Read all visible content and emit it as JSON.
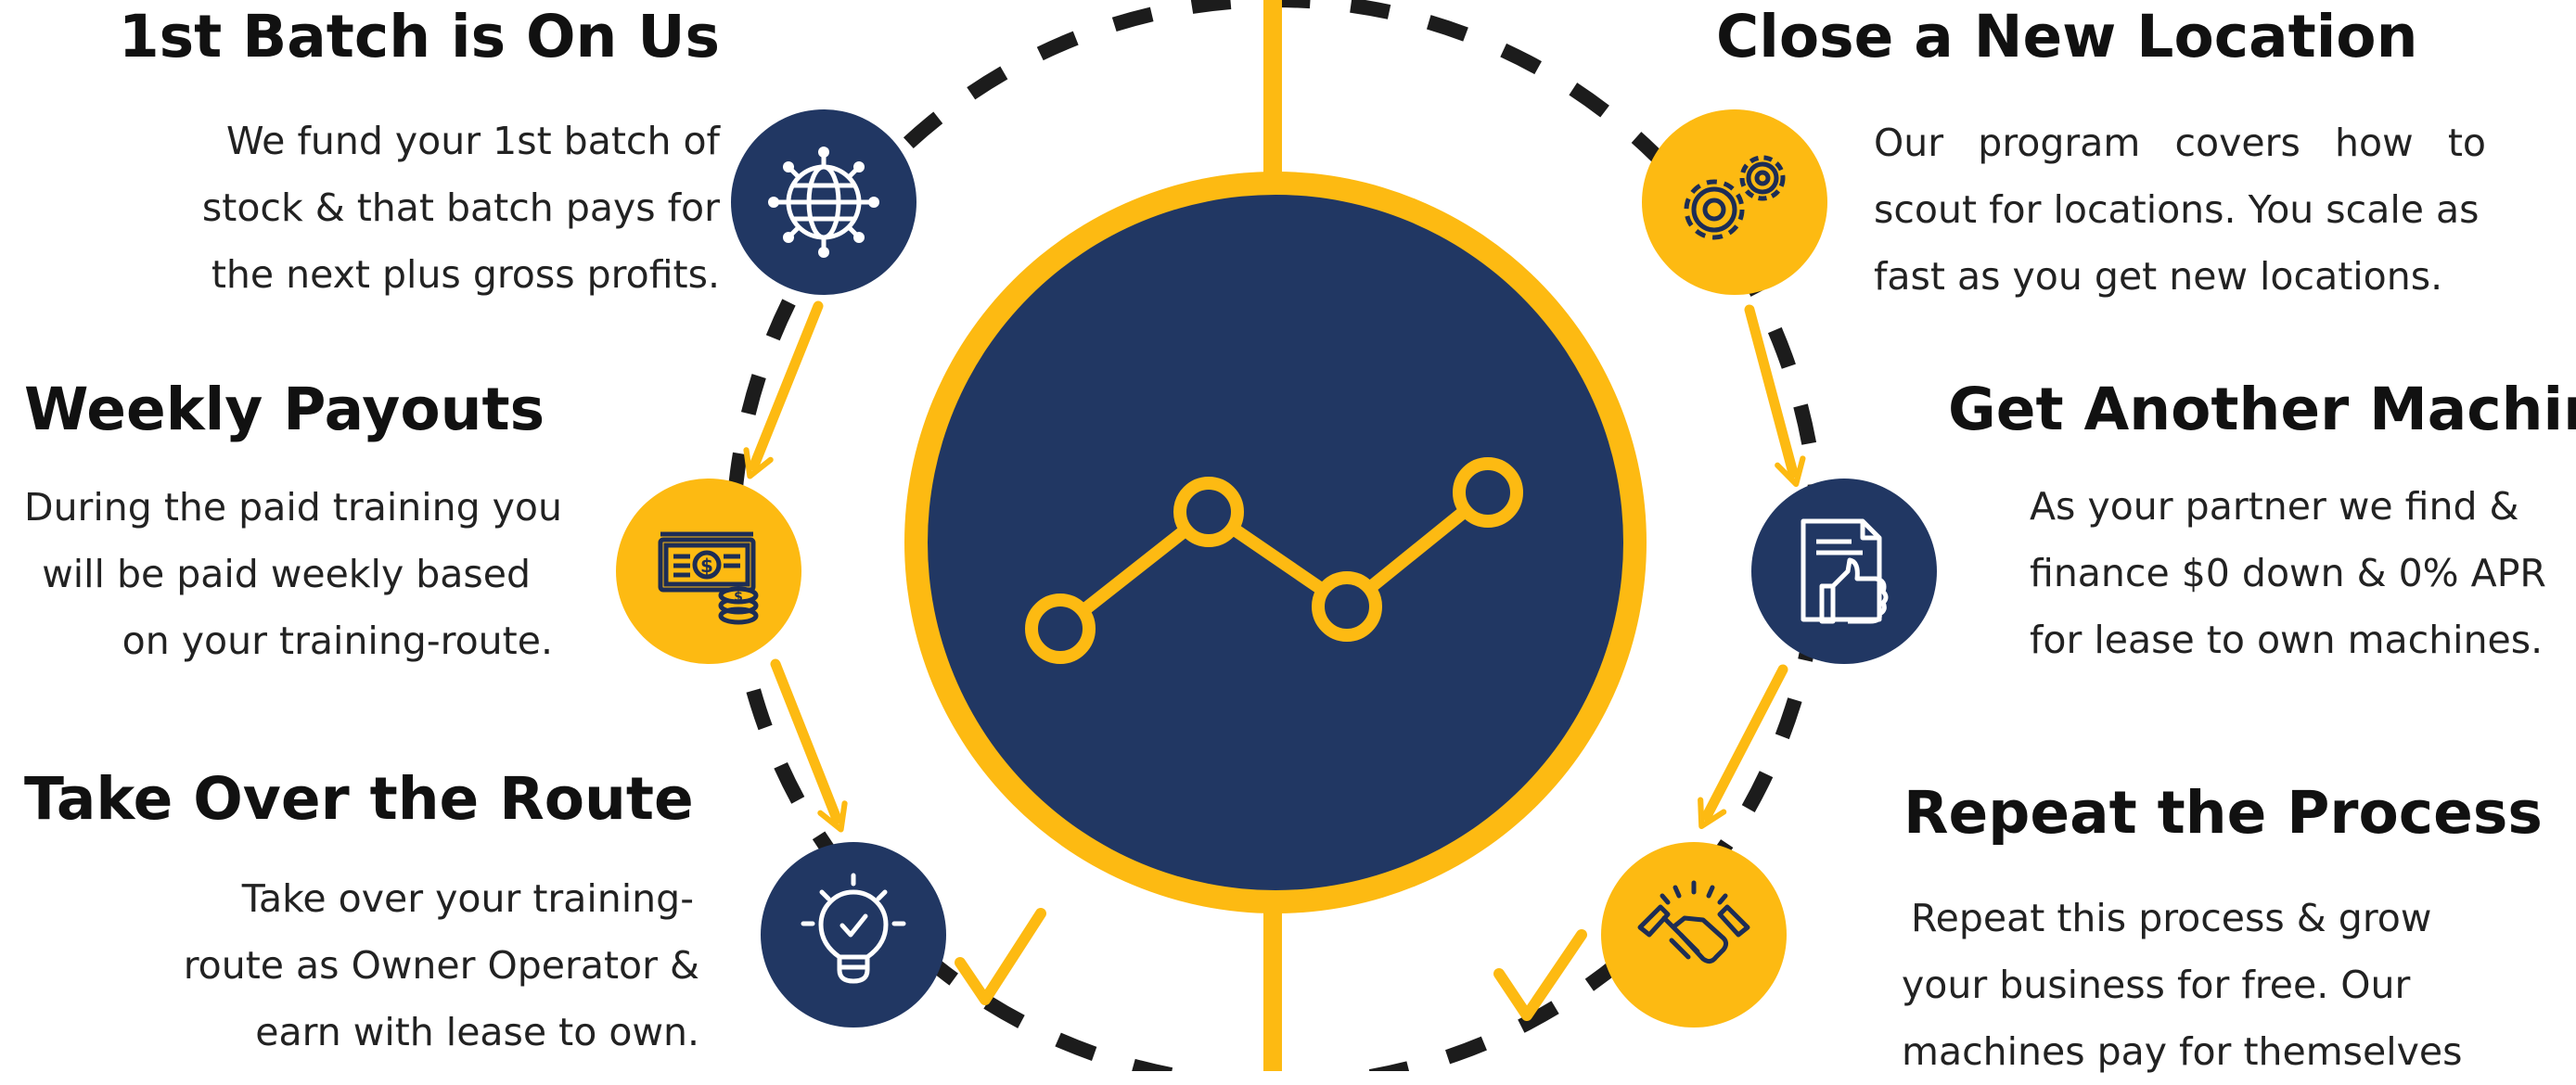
{
  "colors": {
    "navy": "#213763",
    "gold": "#FDBA12",
    "dash": "#1c1c1c",
    "text": "#222222"
  },
  "center": {
    "icon": "line-graph-icon"
  },
  "steps": {
    "batch": {
      "title": "1st Batch is On Us",
      "lines": [
        "We fund your 1st batch of",
        "stock & that batch pays for",
        "the next plus gross profits."
      ],
      "icon": "globe-network-icon"
    },
    "payouts": {
      "title": "Weekly Payouts",
      "lines": [
        "During the paid training you",
        "will be paid weekly based",
        "on your training-route."
      ],
      "icon": "money-stack-icon"
    },
    "route": {
      "title": "Take Over the Route",
      "lines": [
        "Take over your training-",
        "route as Owner Operator &",
        "earn with lease to own."
      ],
      "icon": "lightbulb-check-icon"
    },
    "location": {
      "title": "Close a New Location",
      "lines": [
        "Our program covers how to",
        "scout for locations. You scale as",
        "fast as you get new locations."
      ],
      "icon": "gears-icon"
    },
    "machine": {
      "title": "Get Another Machine",
      "lines": [
        "As your partner we find &",
        "finance $0 down & 0% APR",
        "for lease to own machines."
      ],
      "icon": "document-thumbs-up-icon"
    },
    "repeat": {
      "title": "Repeat the Process",
      "lines": [
        "Repeat this process & grow",
        "your business for free. Our",
        "machines pay for themselves"
      ],
      "icon": "handshake-icon"
    }
  }
}
